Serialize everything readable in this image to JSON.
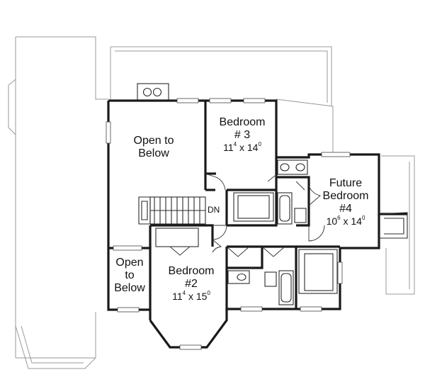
{
  "rooms": {
    "open_to_below_1": {
      "line1": "Open to",
      "line2": "Below"
    },
    "bedroom3": {
      "name": "Bedroom",
      "number": "# 3",
      "dim_a": "11",
      "dim_a_sup": "4",
      "dim_sep": " x ",
      "dim_b": "14",
      "dim_b_sup": "0"
    },
    "future_bedroom4": {
      "line1": "Future",
      "line2": "Bedroom",
      "number": "#4",
      "dim_a": "10",
      "dim_a_sup": "6",
      "dim_sep": " x ",
      "dim_b": "14",
      "dim_b_sup": "0"
    },
    "open_to_below_2": {
      "line1": "Open",
      "line2": "to",
      "line3": "Below"
    },
    "bedroom2": {
      "name": "Bedroom",
      "number": "#2",
      "dim_a": "11",
      "dim_a_sup": "4",
      "dim_sep": " x ",
      "dim_b": "15",
      "dim_b_sup": "0"
    }
  },
  "stair_label": "DN"
}
